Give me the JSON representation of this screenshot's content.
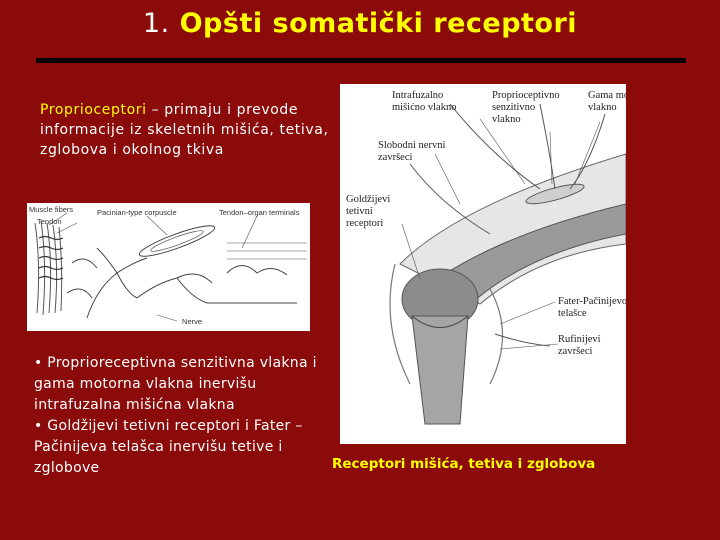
{
  "title": {
    "number": "1.",
    "text": "Opšti somatički receptori"
  },
  "intro": {
    "term": "Proprioceptori",
    "text": " – primaju i prevode informacije iz skeletnih mišića, tetiva, zglobova i okolnog tkiva"
  },
  "bullets": [
    "• Proprioreceptivna senzitivna vlakna i gama motorna vlakna inervišu intrafuzalna mišićna vlakna",
    "• Goldžijevi tetivni receptori i Fater –Pačinijeva telašca inervišu tetive i zglobove"
  ],
  "caption": "Receptori mišića, tetiva i zglobova",
  "small_figure": {
    "labels": {
      "muscle_fibers": "Muscle fibers",
      "tendon": "Tendon",
      "pacinian": "Pacinian-type corpuscle",
      "tendon_organ": "Tendon–organ terminals",
      "nerve": "Nerve"
    }
  },
  "large_figure": {
    "labels": {
      "intrafuzalno_1": "Intrafuzalno",
      "intrafuzalno_2": "mišićno vlakno",
      "proprio_1": "Proprioceptivno",
      "proprio_2": "senzitivno",
      "proprio_3": "vlakno",
      "gama_1": "Gama motorno",
      "gama_2": "vlakno",
      "slobodni_1": "Slobodni nervni",
      "slobodni_2": "završeci",
      "goldzijevi_1": "Goldžijevi",
      "goldzijevi_2": "tetivni",
      "goldzijevi_3": "receptori",
      "fater_1": "Fater-Pačinijevo",
      "fater_2": "telašce",
      "rufinijevi_1": "Rufinijevi",
      "rufinijevi_2": "završeci"
    }
  },
  "colors": {
    "background": "#8b0a0a",
    "title_accent": "#ffff00",
    "rule": "#000000"
  }
}
